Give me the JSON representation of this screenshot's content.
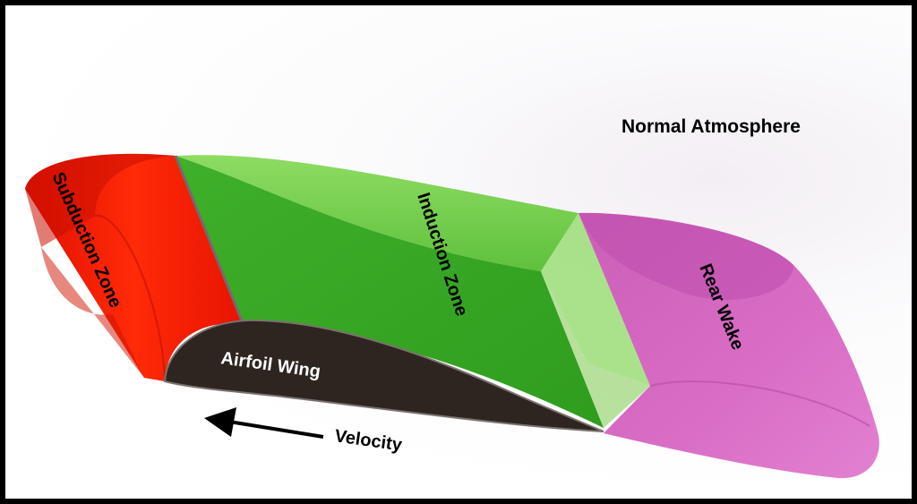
{
  "labels": {
    "atmosphere": "Normal Atmosphere",
    "subduction": "Subduction Zone",
    "induction": "Induction Zone",
    "wake": "Rear Wake",
    "airfoil": "Airfoil Wing",
    "velocity": "Velocity"
  },
  "colors": {
    "subduction": "#ff1a00",
    "induction": "#44b02a",
    "induction_light": "#8fd966",
    "wake": "#d45fbf",
    "airfoil": "#2e2420",
    "border": "#000000"
  }
}
